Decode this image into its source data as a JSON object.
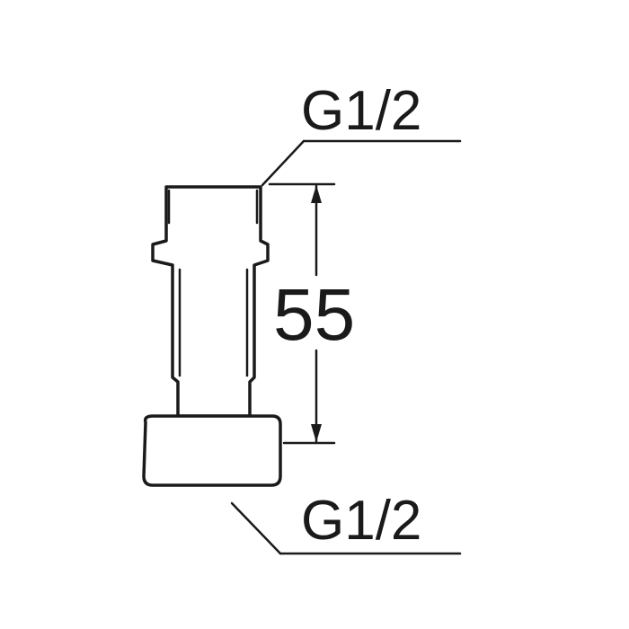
{
  "diagram": {
    "top_connection_label": "G1/2",
    "bottom_connection_label": "G1/2",
    "length_dimension": "55"
  }
}
